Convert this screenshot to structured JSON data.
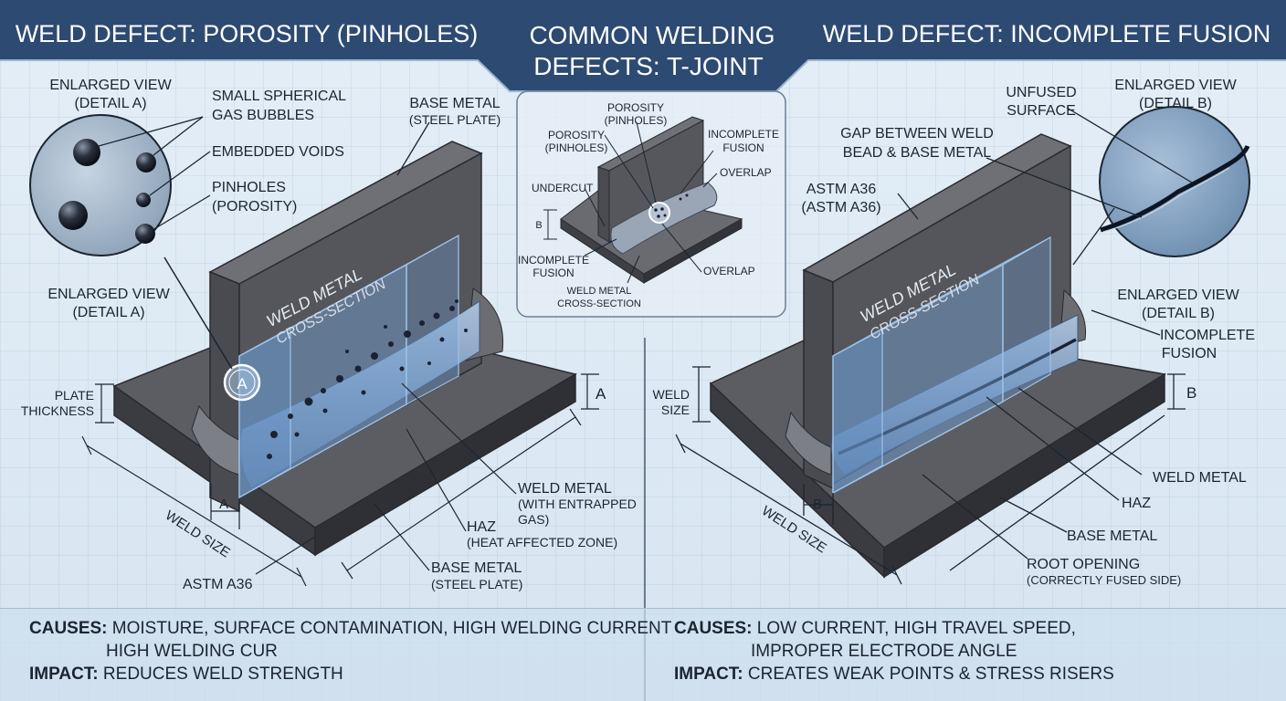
{
  "header": {
    "left_title": "WELD DEFECT: POROSITY (PINHOLES)",
    "center_title_line1": "COMMON WELDING",
    "center_title_line2": "DEFECTS: T-JOINT",
    "right_title": "WELD DEFECT: INCOMPLETE FUSION"
  },
  "left": {
    "enlarged_top_1": "ENLARGED VIEW",
    "enlarged_top_2": "(DETAIL A)",
    "bubbles_1": "SMALL SPHERICAL",
    "bubbles_2": "GAS BUBBLES",
    "voids": "EMBEDDED VOIDS",
    "pinholes_1": "PINHOLES",
    "pinholes_2": "(POROSITY)",
    "base_metal_top_1": "BASE METAL",
    "base_metal_top_2": "(STEEL PLATE)",
    "enlarged_mid_1": "ENLARGED VIEW",
    "enlarged_mid_2": "(DETAIL A)",
    "section_1": "WELD METAL",
    "section_2": "CROSS-SECTION",
    "detail_marker": "A",
    "plate_thickness_1": "PLATE",
    "plate_thickness_2": "THICKNESS",
    "dim_a_right": "A",
    "dim_a_bottom": "A",
    "weld_size": "WELD SIZE",
    "astm": "ASTM A36",
    "weld_metal_1": "WELD METAL",
    "weld_metal_2": "(WITH ENTRAPPED",
    "weld_metal_3": "GAS)",
    "haz_1": "HAZ",
    "haz_2": "(HEAT AFFECTED ZONE)",
    "base_metal_bottom_1": "BASE METAL",
    "base_metal_bottom_2": "(STEEL PLATE)"
  },
  "center": {
    "porosity_top_1": "POROSITY",
    "porosity_top_2": "(PINHOLES)",
    "porosity_left_1": "POROSITY",
    "porosity_left_2": "(PINHOLES)",
    "incomplete_top_1": "INCOMPLETE",
    "incomplete_top_2": "FUSION",
    "overlap_top": "OVERLAP",
    "undercut": "UNDERCUT",
    "dim_b": "B",
    "incomplete_bottom_1": "INCOMPLETE",
    "incomplete_bottom_2": "FUSION",
    "overlap_bottom": "OVERLAP",
    "section_1": "WELD METAL",
    "section_2": "CROSS-SECTION"
  },
  "right": {
    "unfused_1": "UNFUSED",
    "unfused_2": "SURFACE",
    "enlarged_top_1": "ENLARGED VIEW",
    "enlarged_top_2": "(DETAIL B)",
    "gap_1": "GAP BETWEEN WELD",
    "gap_2": "BEAD & BASE METAL",
    "astm_1": "ASTM A36",
    "astm_2": "(ASTM A36)",
    "section_1": "WELD METAL",
    "section_2": "CROSS-SECTION",
    "enlarged_mid_1": "ENLARGED VIEW",
    "enlarged_mid_2": "(DETAIL B)",
    "incomplete_1": "INCOMPLETE",
    "incomplete_2": "FUSION",
    "weld_size_1": "WELD",
    "weld_size_2": "SIZE",
    "dim_b_right": "B",
    "dim_b_bottom": "B",
    "weld_size_bottom": "WELD SIZE",
    "weld_metal": "WELD METAL",
    "haz": "HAZ",
    "base_metal": "BASE METAL",
    "root_1": "ROOT OPENING",
    "root_2": "(CORRECTLY FUSED SIDE)"
  },
  "footer": {
    "left_causes_label": "CAUSES:",
    "left_causes_text": "MOISTURE, SURFACE CONTAMINATION, HIGH WELDING CURRENT",
    "left_causes_text_2": "HIGH WELDING CUR",
    "left_impact_label": "IMPACT:",
    "left_impact_text": "REDUCES WELD STRENGTH",
    "right_causes_label": "CAUSES:",
    "right_causes_text": "LOW CURRENT, HIGH TRAVEL SPEED,",
    "right_causes_text_2": "IMPROPER ELECTRODE ANGLE",
    "right_impact_label": "IMPACT:",
    "right_impact_text": "CREATES WEAK POINTS & STRESS RISERS"
  },
  "colors": {
    "header_bg": "#2d4a72",
    "steel_top": "#5c5d62",
    "steel_side": "#3b3c41",
    "weld_blue": "#7fa6d4",
    "text_dark": "#1b2531"
  }
}
